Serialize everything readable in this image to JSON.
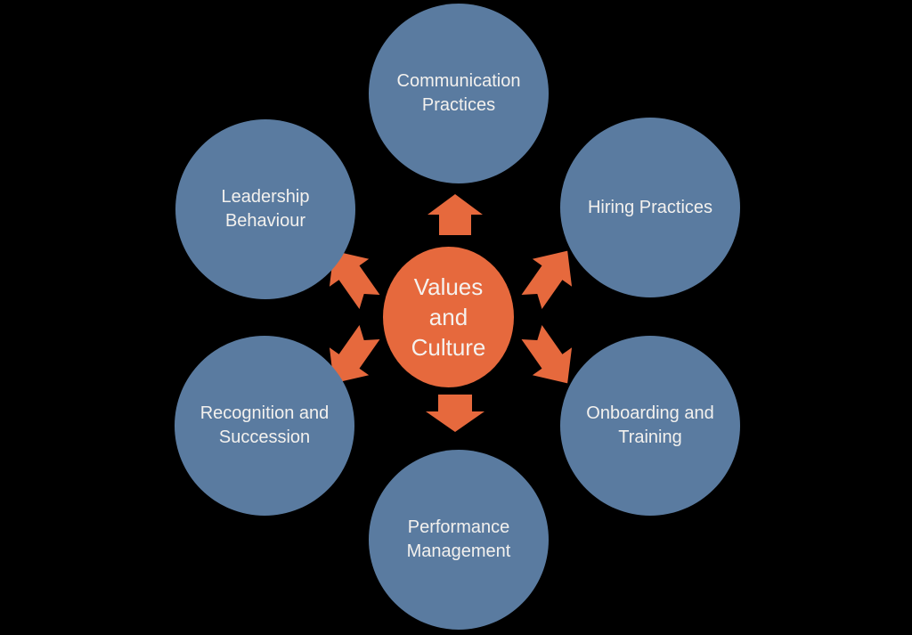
{
  "diagram": {
    "type": "radial-diverging",
    "background_color": "#000000",
    "hub": {
      "label": "Values and Culture",
      "fill_color": "#E6693D",
      "text_color": "#F5F2EF"
    },
    "nodes": [
      {
        "label": "Communication Practices",
        "position": "top"
      },
      {
        "label": "Hiring Practices",
        "position": "top-right"
      },
      {
        "label": "Onboarding and Training",
        "position": "bottom-right"
      },
      {
        "label": "Performance Management",
        "position": "bottom"
      },
      {
        "label": "Recognition and Succession",
        "position": "bottom-left"
      },
      {
        "label": "Leadership Behaviour",
        "position": "top-left"
      }
    ],
    "node_fill_color": "#5A7BA0",
    "node_text_color": "#F3F1EE",
    "arrow_color": "#E6693D",
    "arrows": [
      "up",
      "upper-right",
      "lower-right",
      "down",
      "lower-left",
      "upper-left"
    ]
  }
}
